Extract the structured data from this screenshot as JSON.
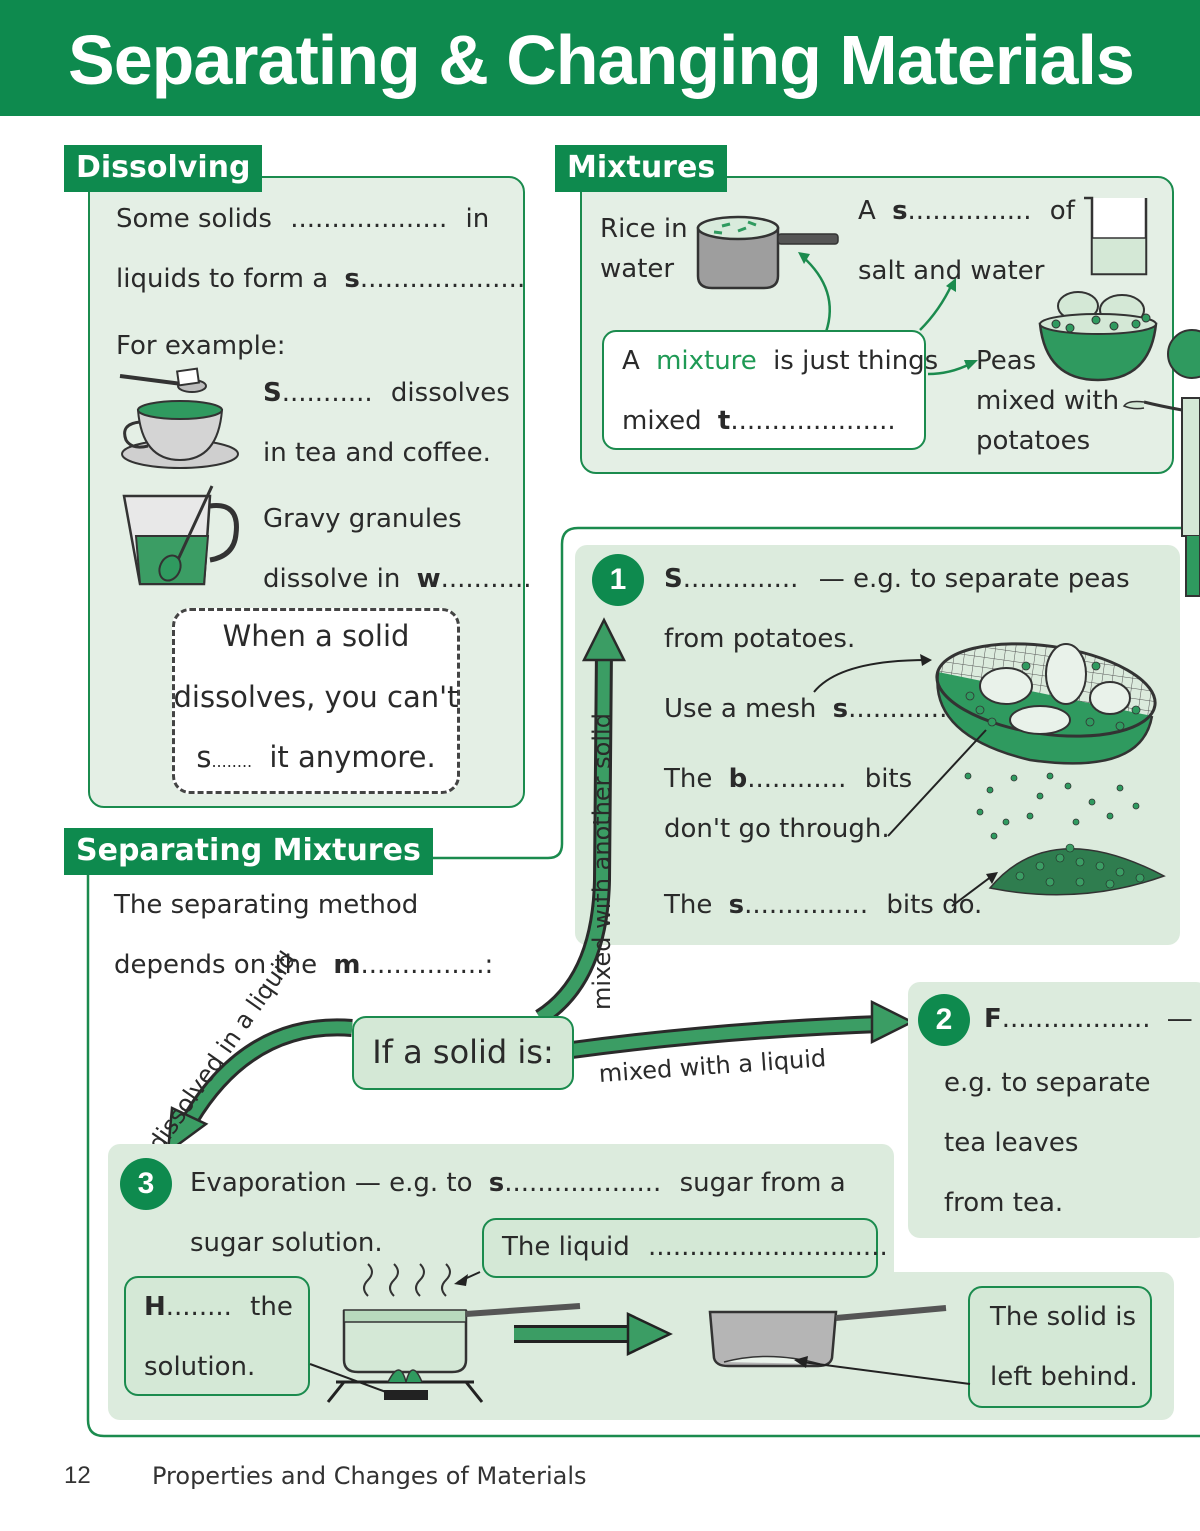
{
  "title": "Separating & Changing Materials",
  "dissolving": {
    "tag": "Dissolving",
    "line1_a": "Some solids",
    "line1_blank": "...................",
    "line1_b": "in",
    "line2_a": "liquids to form a",
    "line2_letter": "s",
    "line2_blank": "...................",
    "line2_end": ".",
    "for_example": "For example:",
    "sugar_letter": "S",
    "sugar_blank": "...........",
    "sugar_text": "dissolves",
    "tea_text": "in tea and coffee.",
    "gravy_text": "Gravy granules",
    "gravy2_a": "dissolve in",
    "gravy2_letter": "w",
    "gravy2_blank": "..........",
    "gravy2_end": ".",
    "note_line1": "When a solid",
    "note_line2": "dissolves, you can't",
    "note_line3_a": "s",
    "note_line3_blank": "........",
    "note_line3_b": "it anymore."
  },
  "mixtures": {
    "tag": "Mixtures",
    "rice_line1": "Rice in",
    "rice_line2": "water",
    "salt_a": "A",
    "salt_letter": "s",
    "salt_blank": "...............",
    "salt_of": "of",
    "salt_line2": "salt and water",
    "def_a": "A",
    "def_word": "mixture",
    "def_b": "is just things",
    "def2_a": "mixed",
    "def2_letter": "t",
    "def2_blank": "...................",
    "def2_end": ".",
    "peas_line1": "Peas",
    "peas_line2": "mixed with",
    "peas_line3": "potatoes"
  },
  "sieving": {
    "number": "1",
    "line1_letter": "S",
    "line1_blank": "..............",
    "line1_text": "— e.g. to separate peas",
    "line2": "from potatoes.",
    "mesh_a": "Use a mesh",
    "mesh_letter": "s",
    "mesh_blank": "...........",
    "mesh_end": ".",
    "big_a": "The",
    "big_letter": "b",
    "big_blank": "............",
    "big_b": "bits",
    "big2": "don't go through.",
    "small_a": "The",
    "small_letter": "s",
    "small_blank": "...............",
    "small_b": "bits do."
  },
  "separating": {
    "tag": "Separating Mixtures",
    "line1": "The separating method",
    "line2_a": "depends on the",
    "line2_letter": "m",
    "line2_blank": "...............",
    "line2_end": ":",
    "center": "If a solid is:",
    "arrow_up": "mixed with another solid",
    "arrow_right": "mixed with a liquid",
    "arrow_left": "dissolved in a liquid"
  },
  "filtering": {
    "number": "2",
    "letter": "F",
    "blank": "..................",
    "dash": "—",
    "line2": "e.g. to separate",
    "line3": "tea leaves",
    "line4": "from tea."
  },
  "evaporation": {
    "number": "3",
    "line1_a": "Evaporation — e.g. to",
    "line1_letter": "s",
    "line1_blank": "...................",
    "line1_b": "sugar from a",
    "line2": "sugar solution.",
    "liquid_a": "The liquid",
    "liquid_blank": "............................",
    "liquid_end": ".",
    "heat_letter": "H",
    "heat_blank": "........",
    "heat_b": "the",
    "heat_line2": "solution.",
    "solid_line1": "The solid is",
    "solid_line2": "left behind."
  },
  "footer": {
    "page_number": "12",
    "section": "Properties and Changes of Materials"
  },
  "colors": {
    "brand_green": "#0e8a4e",
    "panel_fill": "#e4efe5",
    "soft_fill": "#dcebdd"
  }
}
